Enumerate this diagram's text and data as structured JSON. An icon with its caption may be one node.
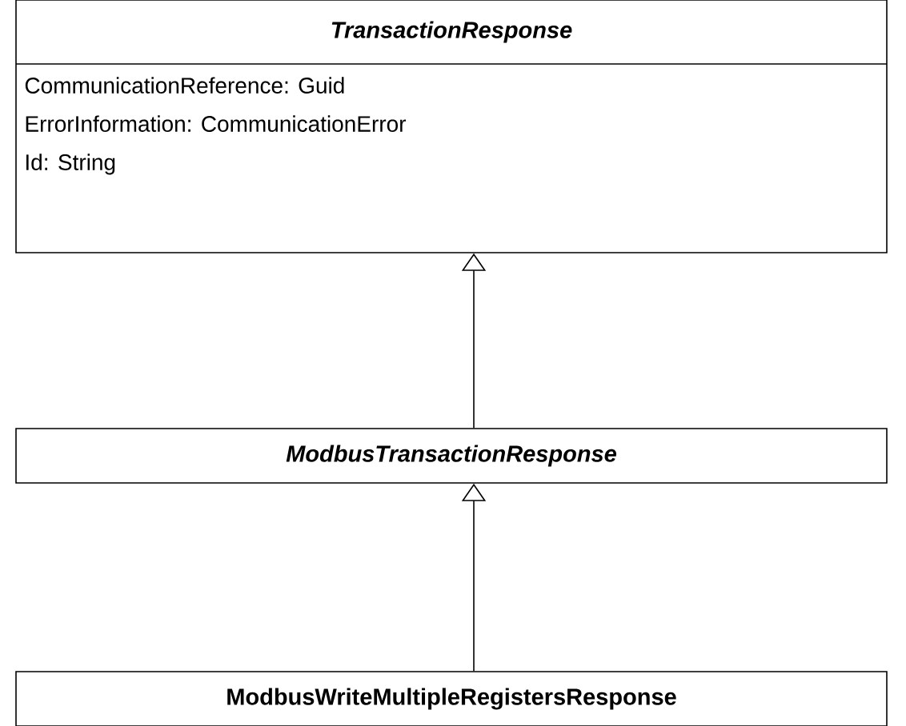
{
  "diagram": {
    "nodes": [
      {
        "text": [
          "TransactionResponse",
          "CommunicationReference: Guid",
          "ErrorInformation: CommunicationError",
          "Id: String"
        ]
      },
      {
        "text": [
          "ModbusTransactionResponse"
        ]
      },
      {
        "text": [
          "ModbusWriteMultipleRegistersResponse"
        ]
      }
    ],
    "edges": [
      {
        "from": 1,
        "to": 0,
        "arrow": "to"
      },
      {
        "from": 2,
        "to": 1,
        "arrow": "to"
      }
    ]
  }
}
